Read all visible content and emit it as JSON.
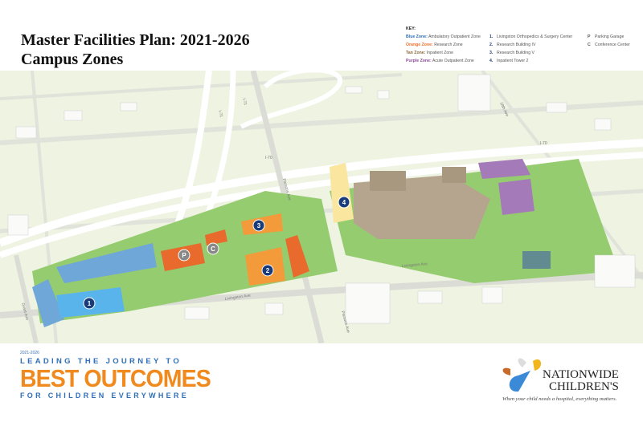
{
  "header": {
    "title_line1": "Master Facilities Plan: 2021-2026",
    "title_line2": "Campus Zones"
  },
  "key": {
    "heading": "KEY:",
    "zones": [
      {
        "name": "Blue Zone:",
        "desc": "Ambulatory Outpatient Zone",
        "color": "#2f6fb7"
      },
      {
        "name": "Orange Zone:",
        "desc": "Research Zone",
        "color": "#f0702a"
      },
      {
        "name": "Tan Zone:",
        "desc": "Inpatient Zone",
        "color": "#8a6a3a"
      },
      {
        "name": "Purple Zone:",
        "desc": "Acute Outpatient Zone",
        "color": "#8a4a9a"
      }
    ],
    "buildings": [
      {
        "num": "1.",
        "label": "Livingston Orthopedics & Surgery Center"
      },
      {
        "num": "2.",
        "label": "Research Building IV"
      },
      {
        "num": "3.",
        "label": "Research Building V"
      },
      {
        "num": "4.",
        "label": "Inpatient Tower 2"
      }
    ],
    "other": [
      {
        "code": "P",
        "label": "Parking Garage"
      },
      {
        "code": "C",
        "label": "Conference Center"
      }
    ]
  },
  "map": {
    "streets": {
      "i71a": "I-71",
      "i71b": "I-71",
      "i70a": "I-70",
      "i70b": "I-70",
      "parsons_a": "Parsons Ave",
      "parsons_b": "Parsons Ave",
      "livingston_a": "Livingston Ave",
      "livingston_b": "Livingston Ave",
      "grant": "Grant Ave",
      "eighteenth": "18th Ave"
    },
    "markers": {
      "m1": "1",
      "m2": "2",
      "m3": "3",
      "m4": "4",
      "p": "P",
      "c": "C"
    },
    "colors": {
      "blue": "#5aa8e6",
      "orange": "#f39a3a",
      "tan": "#b5a58e",
      "purple": "#a57ab8",
      "green": "#8cc864",
      "ground": "#eef3e2"
    }
  },
  "branding": {
    "campaign_years": "2021-2026",
    "campaign_line1": "LEADING THE JOURNEY TO",
    "campaign_line2": "BEST OUTCOMES",
    "campaign_line3": "FOR CHILDREN EVERYWHERE",
    "org_line1": "NATIONWIDE",
    "org_line2": "CHILDREN'S",
    "tagline": "When your child needs a hospital, everything matters."
  }
}
